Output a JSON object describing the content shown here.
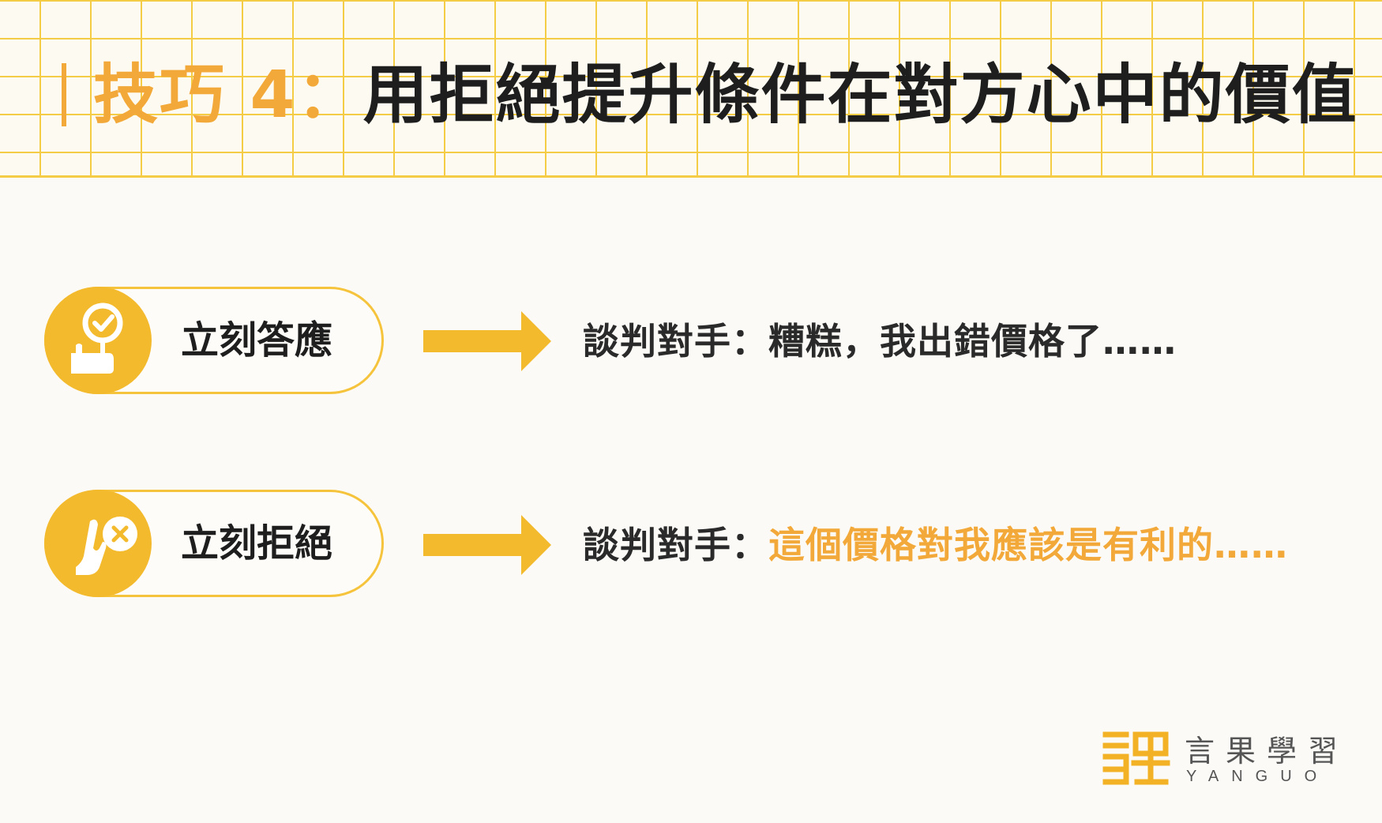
{
  "header": {
    "title_accent": "技巧 4：",
    "title_main": "用拒絕提升條件在對方心中的價值"
  },
  "rows": [
    {
      "icon": "hand-checkmark-icon",
      "label": "立刻答應",
      "prefix": "談判對手：",
      "text_plain": "糟糕，我出錯價格了……",
      "text_highlight": ""
    },
    {
      "icon": "hand-x-icon",
      "label": "立刻拒絕",
      "prefix": "談判對手：",
      "text_plain": "",
      "text_highlight": "這個價格對我應該是有利的……"
    }
  ],
  "brand": {
    "name": "言果學習",
    "name_en": "YANGUO",
    "logo_icon": "yanguo-logo-icon"
  },
  "colors": {
    "accent": "#f3a93a",
    "icon_fill": "#f4ba2e",
    "grid": "#f4cc45",
    "text": "#1e1e1e"
  }
}
